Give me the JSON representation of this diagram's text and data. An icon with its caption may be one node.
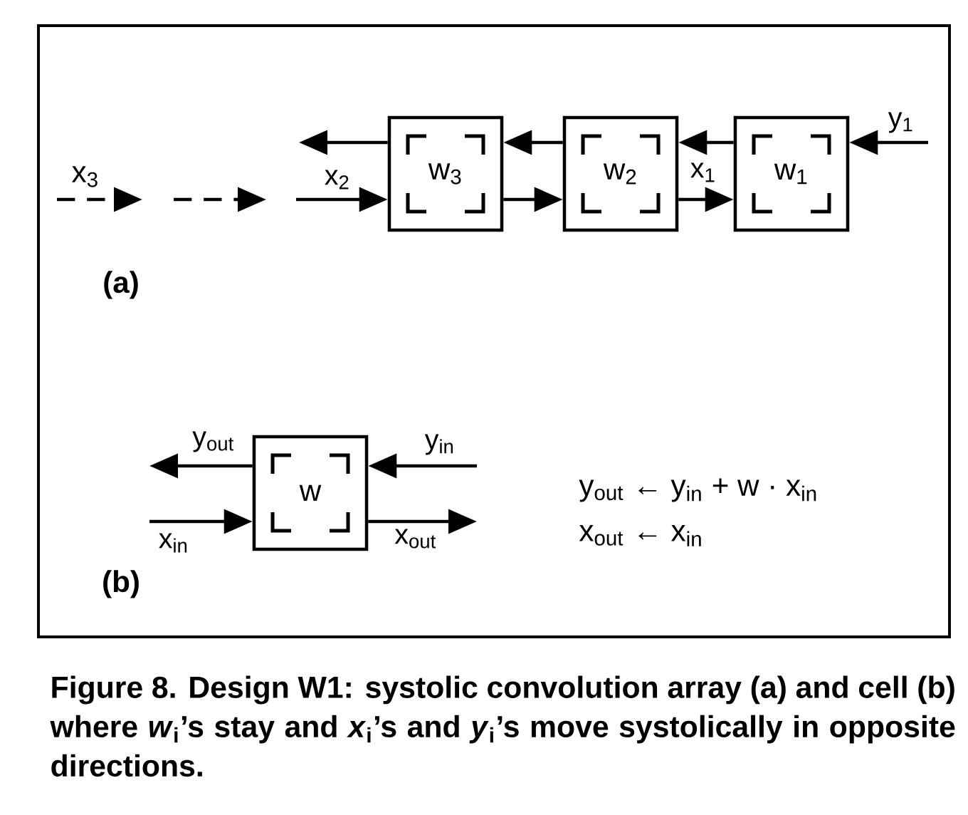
{
  "diagram": {
    "caption": "Figure 8. Design W1: systolic convolution array (a) and cell (b) where *w*$_{i}$’s stay and *x*$_{i}$’s and *y*$_{i}$’s move systolically in opposite directions.",
    "nodes": [
      {
        "text": [
          "w$_{3}$"
        ]
      },
      {
        "text": [
          "w$_{2}$"
        ]
      },
      {
        "text": [
          "w$_{1}$"
        ]
      },
      {
        "text": [
          "w"
        ]
      }
    ],
    "edges": [
      {
        "from": null,
        "to": 0,
        "arrow": "to",
        "label": "x$_{2}$"
      },
      {
        "from": 0,
        "to": 1,
        "arrow": "to"
      },
      {
        "from": 1,
        "to": 2,
        "arrow": "to",
        "label": "x$_{1}$"
      },
      {
        "from": 2,
        "to": 1,
        "arrow": "to"
      },
      {
        "from": 1,
        "to": 0,
        "arrow": "to"
      },
      {
        "from": 0,
        "to": null,
        "arrow": "to"
      },
      {
        "from": null,
        "to": 2,
        "arrow": "to",
        "label": "y$_{1}$"
      },
      {
        "from": 3,
        "to": null,
        "arrow": "to",
        "label": "y$_{out}$"
      },
      {
        "from": null,
        "to": 3,
        "arrow": "to",
        "label": "y$_{in}$"
      },
      {
        "from": null,
        "to": 3,
        "arrow": "to",
        "label": "x$_{in}$"
      },
      {
        "from": 3,
        "to": null,
        "arrow": "to",
        "label": "x$_{out}$"
      }
    ],
    "labels": [
      "x$_{3}$",
      "(a)",
      "(b)",
      "y$_{out}$ ← y$_{in}$ + w · x$_{in}$",
      "x$_{out}$ ← x$_{in}$"
    ]
  }
}
